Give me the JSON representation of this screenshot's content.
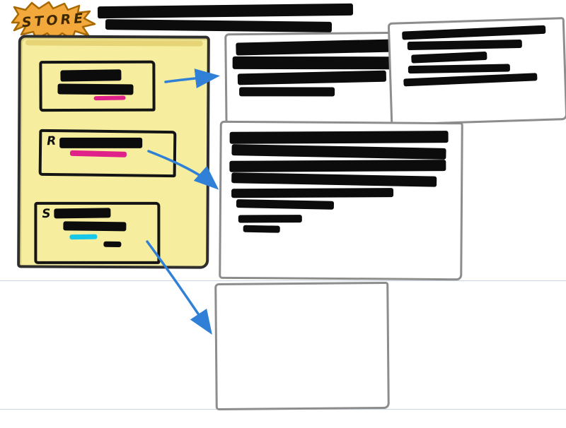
{
  "badge": {
    "label": "STORE"
  },
  "colors": {
    "arrow": "#2f80d6",
    "ink": "#0c0c0c",
    "card_yellow": "#f6ee9e",
    "badge_orange": "#f3a83c",
    "badge_outline": "#a86a00",
    "highlight_magenta": "#e0218a",
    "highlight_cyan": "#19c8e8",
    "panel_outline": "#8d8d8d",
    "rule_line": "#b9c8d8"
  },
  "top_title": {
    "scribbles": [
      {
        "w": 97,
        "h": 17,
        "mt": 4
      },
      {
        "w": 86,
        "h": 15,
        "mt": 5,
        "ml": 3
      }
    ]
  },
  "store_card": {
    "items": [
      {
        "letter": "",
        "scribbles": [
          {
            "w": 66,
            "h": 16,
            "mt": 5,
            "ml": 6
          },
          {
            "w": 82,
            "h": 15,
            "mt": 4,
            "ml": 3
          },
          {
            "w": 34,
            "h": 6,
            "mt": 2,
            "ml": 42,
            "c": "#e0218a"
          }
        ]
      },
      {
        "letter": "R",
        "scribbles": [
          {
            "w": 76,
            "h": 15,
            "mt": 3
          },
          {
            "w": 52,
            "h": 8,
            "mt": 4,
            "ml": 10,
            "c": "#e0218a"
          }
        ]
      },
      {
        "letter": "S",
        "scribbles": [
          {
            "w": 58,
            "h": 14,
            "mt": 1
          },
          {
            "w": 64,
            "h": 13,
            "mt": 5,
            "ml": 9
          },
          {
            "w": 28,
            "h": 7,
            "mt": 5,
            "ml": 16,
            "c": "#19c8e8"
          },
          {
            "w": 18,
            "h": 8,
            "mt": 3,
            "ml": 50
          }
        ]
      }
    ]
  },
  "panels": {
    "a": {
      "scribbles": [
        {
          "w": 94,
          "h": 18,
          "mt": 7,
          "ml": 2
        },
        {
          "w": 96,
          "h": 18,
          "mt": 4
        },
        {
          "w": 89,
          "h": 16,
          "mt": 4,
          "ml": 3
        },
        {
          "w": 57,
          "h": 13,
          "mt": 5,
          "ml": 4
        }
      ]
    },
    "b": {
      "scribbles": [
        {
          "w": 89,
          "h": 12,
          "mt": 7,
          "ml": 4
        },
        {
          "w": 71,
          "h": 12,
          "mt": 5,
          "ml": 7
        },
        {
          "w": 47,
          "h": 12,
          "mt": 5,
          "ml": 9
        },
        {
          "w": 63,
          "h": 11,
          "mt": 5,
          "ml": 7
        },
        {
          "w": 83,
          "h": 11,
          "mt": 5,
          "ml": 4
        }
      ]
    },
    "c": {
      "scribbles": [
        {
          "w": 96,
          "h": 17,
          "mt": 9,
          "ml": 1
        },
        {
          "w": 94,
          "h": 16,
          "mt": 4,
          "ml": 2
        },
        {
          "w": 95,
          "h": 16,
          "mt": 4,
          "ml": 1
        },
        {
          "w": 90,
          "h": 15,
          "mt": 4,
          "ml": 2
        },
        {
          "w": 71,
          "h": 13,
          "mt": 5,
          "ml": 2
        },
        {
          "w": 43,
          "h": 12,
          "mt": 4,
          "ml": 4
        },
        {
          "w": 28,
          "h": 11,
          "mt": 9,
          "ml": 5
        },
        {
          "w": 16,
          "h": 10,
          "mt": 4,
          "ml": 7
        }
      ]
    },
    "d": {
      "scribbles": []
    }
  }
}
